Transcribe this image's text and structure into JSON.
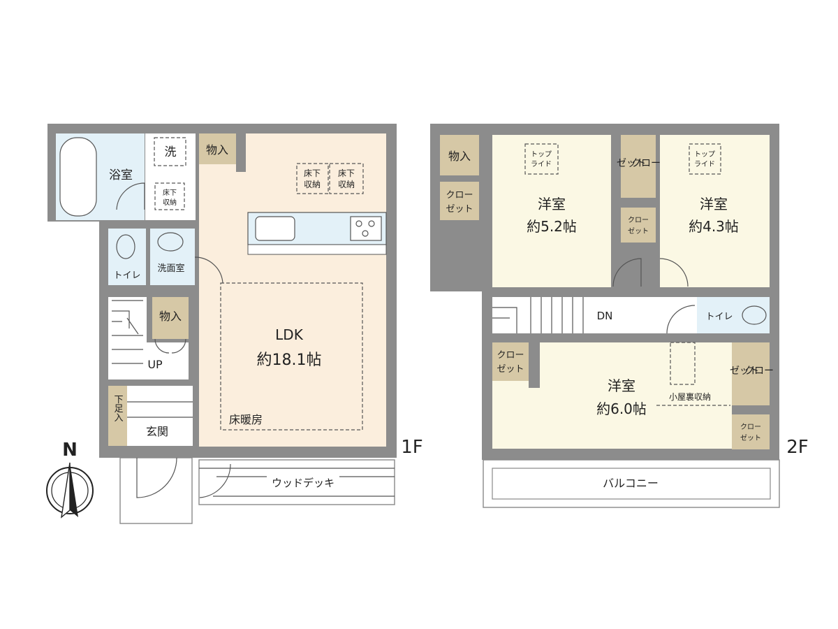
{
  "floor1": {
    "label": "1F",
    "rooms": {
      "bath": "浴室",
      "washer": "洗",
      "underfloor_small_1": "床下",
      "underfloor_small_2": "収納",
      "storage_top": "物入",
      "underfloor_a_1": "床下",
      "underfloor_a_2": "収納",
      "underfloor_b_1": "床下",
      "underfloor_b_2": "収納",
      "toilet": "トイレ",
      "washroom": "洗面室",
      "storage_mid": "物入",
      "ldk_name": "LDK",
      "ldk_size": "約18.1帖",
      "floor_heating": "床暖房",
      "up": "UP",
      "shoe_storage": "下足入",
      "entrance": "玄関",
      "wood_deck": "ウッドデッキ"
    }
  },
  "floor2": {
    "label": "2F",
    "rooms": {
      "storage": "物入",
      "closet_left_1": "クロー",
      "closet_left_2": "ゼット",
      "skylight_1a": "トップ",
      "skylight_1b": "ライド",
      "western_a_name": "洋室",
      "western_a_size": "約5.2帖",
      "closet_mid_1": "クロー",
      "closet_mid_2": "ゼット",
      "closet_small_1": "クロー",
      "closet_small_2": "ゼット",
      "skylight_2a": "トップ",
      "skylight_2b": "ライド",
      "western_b_name": "洋室",
      "western_b_size": "約4.3帖",
      "dn": "DN",
      "toilet": "トイレ",
      "closet_lower_1": "クロー",
      "closet_lower_2": "ゼット",
      "western_c_name": "洋室",
      "western_c_size": "約6.0帖",
      "attic_storage": "小屋裏収納",
      "closet_right_1": "クロー",
      "closet_right_2": "ゼット",
      "closet_right_small_1": "クロー",
      "closet_right_small_2": "ゼット",
      "balcony": "バルコニー"
    }
  },
  "compass": {
    "label": "N"
  },
  "colors": {
    "wall": "#8c8c8c",
    "ldk_floor": "#fbeedd",
    "wet_area": "#e3f1f8",
    "storage": "#d6c8a6",
    "bedroom": "#fbf8e4"
  }
}
